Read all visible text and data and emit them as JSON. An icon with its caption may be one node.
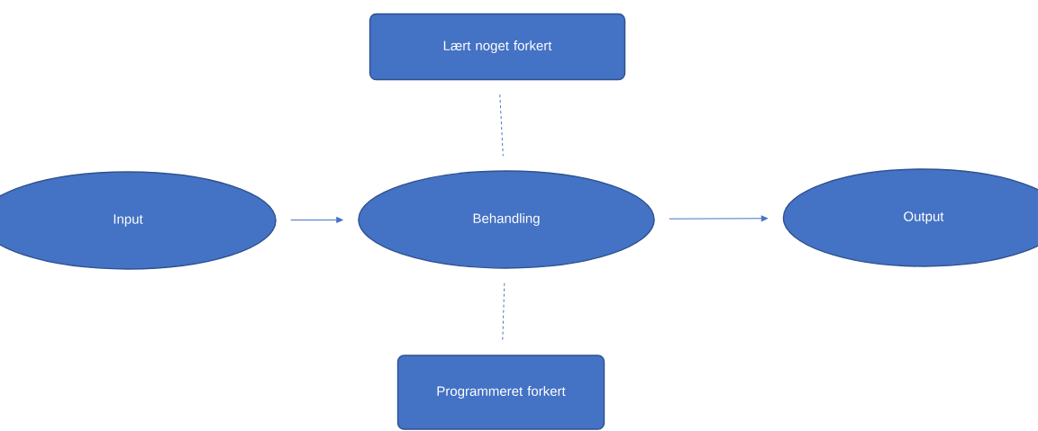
{
  "diagram": {
    "nodes": [
      {
        "text": [
          "Input"
        ]
      },
      {
        "text": [
          "Behandling"
        ]
      },
      {
        "text": [
          "Output"
        ]
      },
      {
        "text": [
          "Lært noget forkert"
        ]
      },
      {
        "text": [
          "Programmeret forkert"
        ]
      }
    ],
    "edges": [
      {
        "from": 0,
        "to": 1,
        "arrow": "to"
      },
      {
        "from": 1,
        "to": 2,
        "arrow": "to"
      },
      {
        "from": 3,
        "to": 1,
        "arrow": "none",
        "style": "dashed"
      },
      {
        "from": 1,
        "to": 4,
        "arrow": "none",
        "style": "dashed"
      }
    ]
  }
}
